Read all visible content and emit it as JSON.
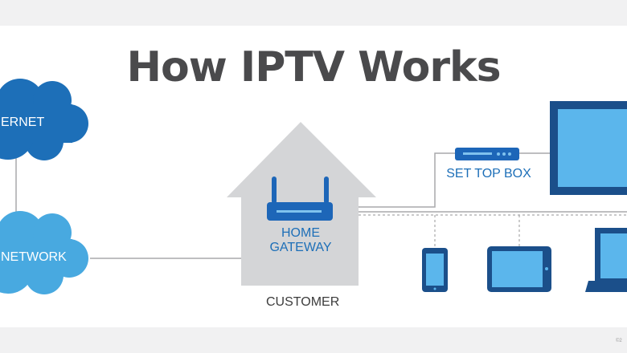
{
  "title": "How IPTV Works",
  "labels": {
    "internet": "ERNET",
    "network": "NETWORK",
    "home_gateway_line1": "HOME",
    "home_gateway_line2": "GATEWAY",
    "set_top_box": "SET TOP BOX",
    "customer": "CUSTOMER",
    "copyright": "©2"
  },
  "colors": {
    "internet_cloud": "#1d6fb8",
    "network_cloud": "#48a9e0",
    "house": "#d4d5d7",
    "device_body": "#1b4f8a",
    "screen": "#5bb6ec",
    "gateway": "#1d66b8",
    "title": "#4a4a4c",
    "label_blue": "#1d6fb8",
    "label_dark": "#3c3c3c",
    "band": "#f1f1f2"
  }
}
